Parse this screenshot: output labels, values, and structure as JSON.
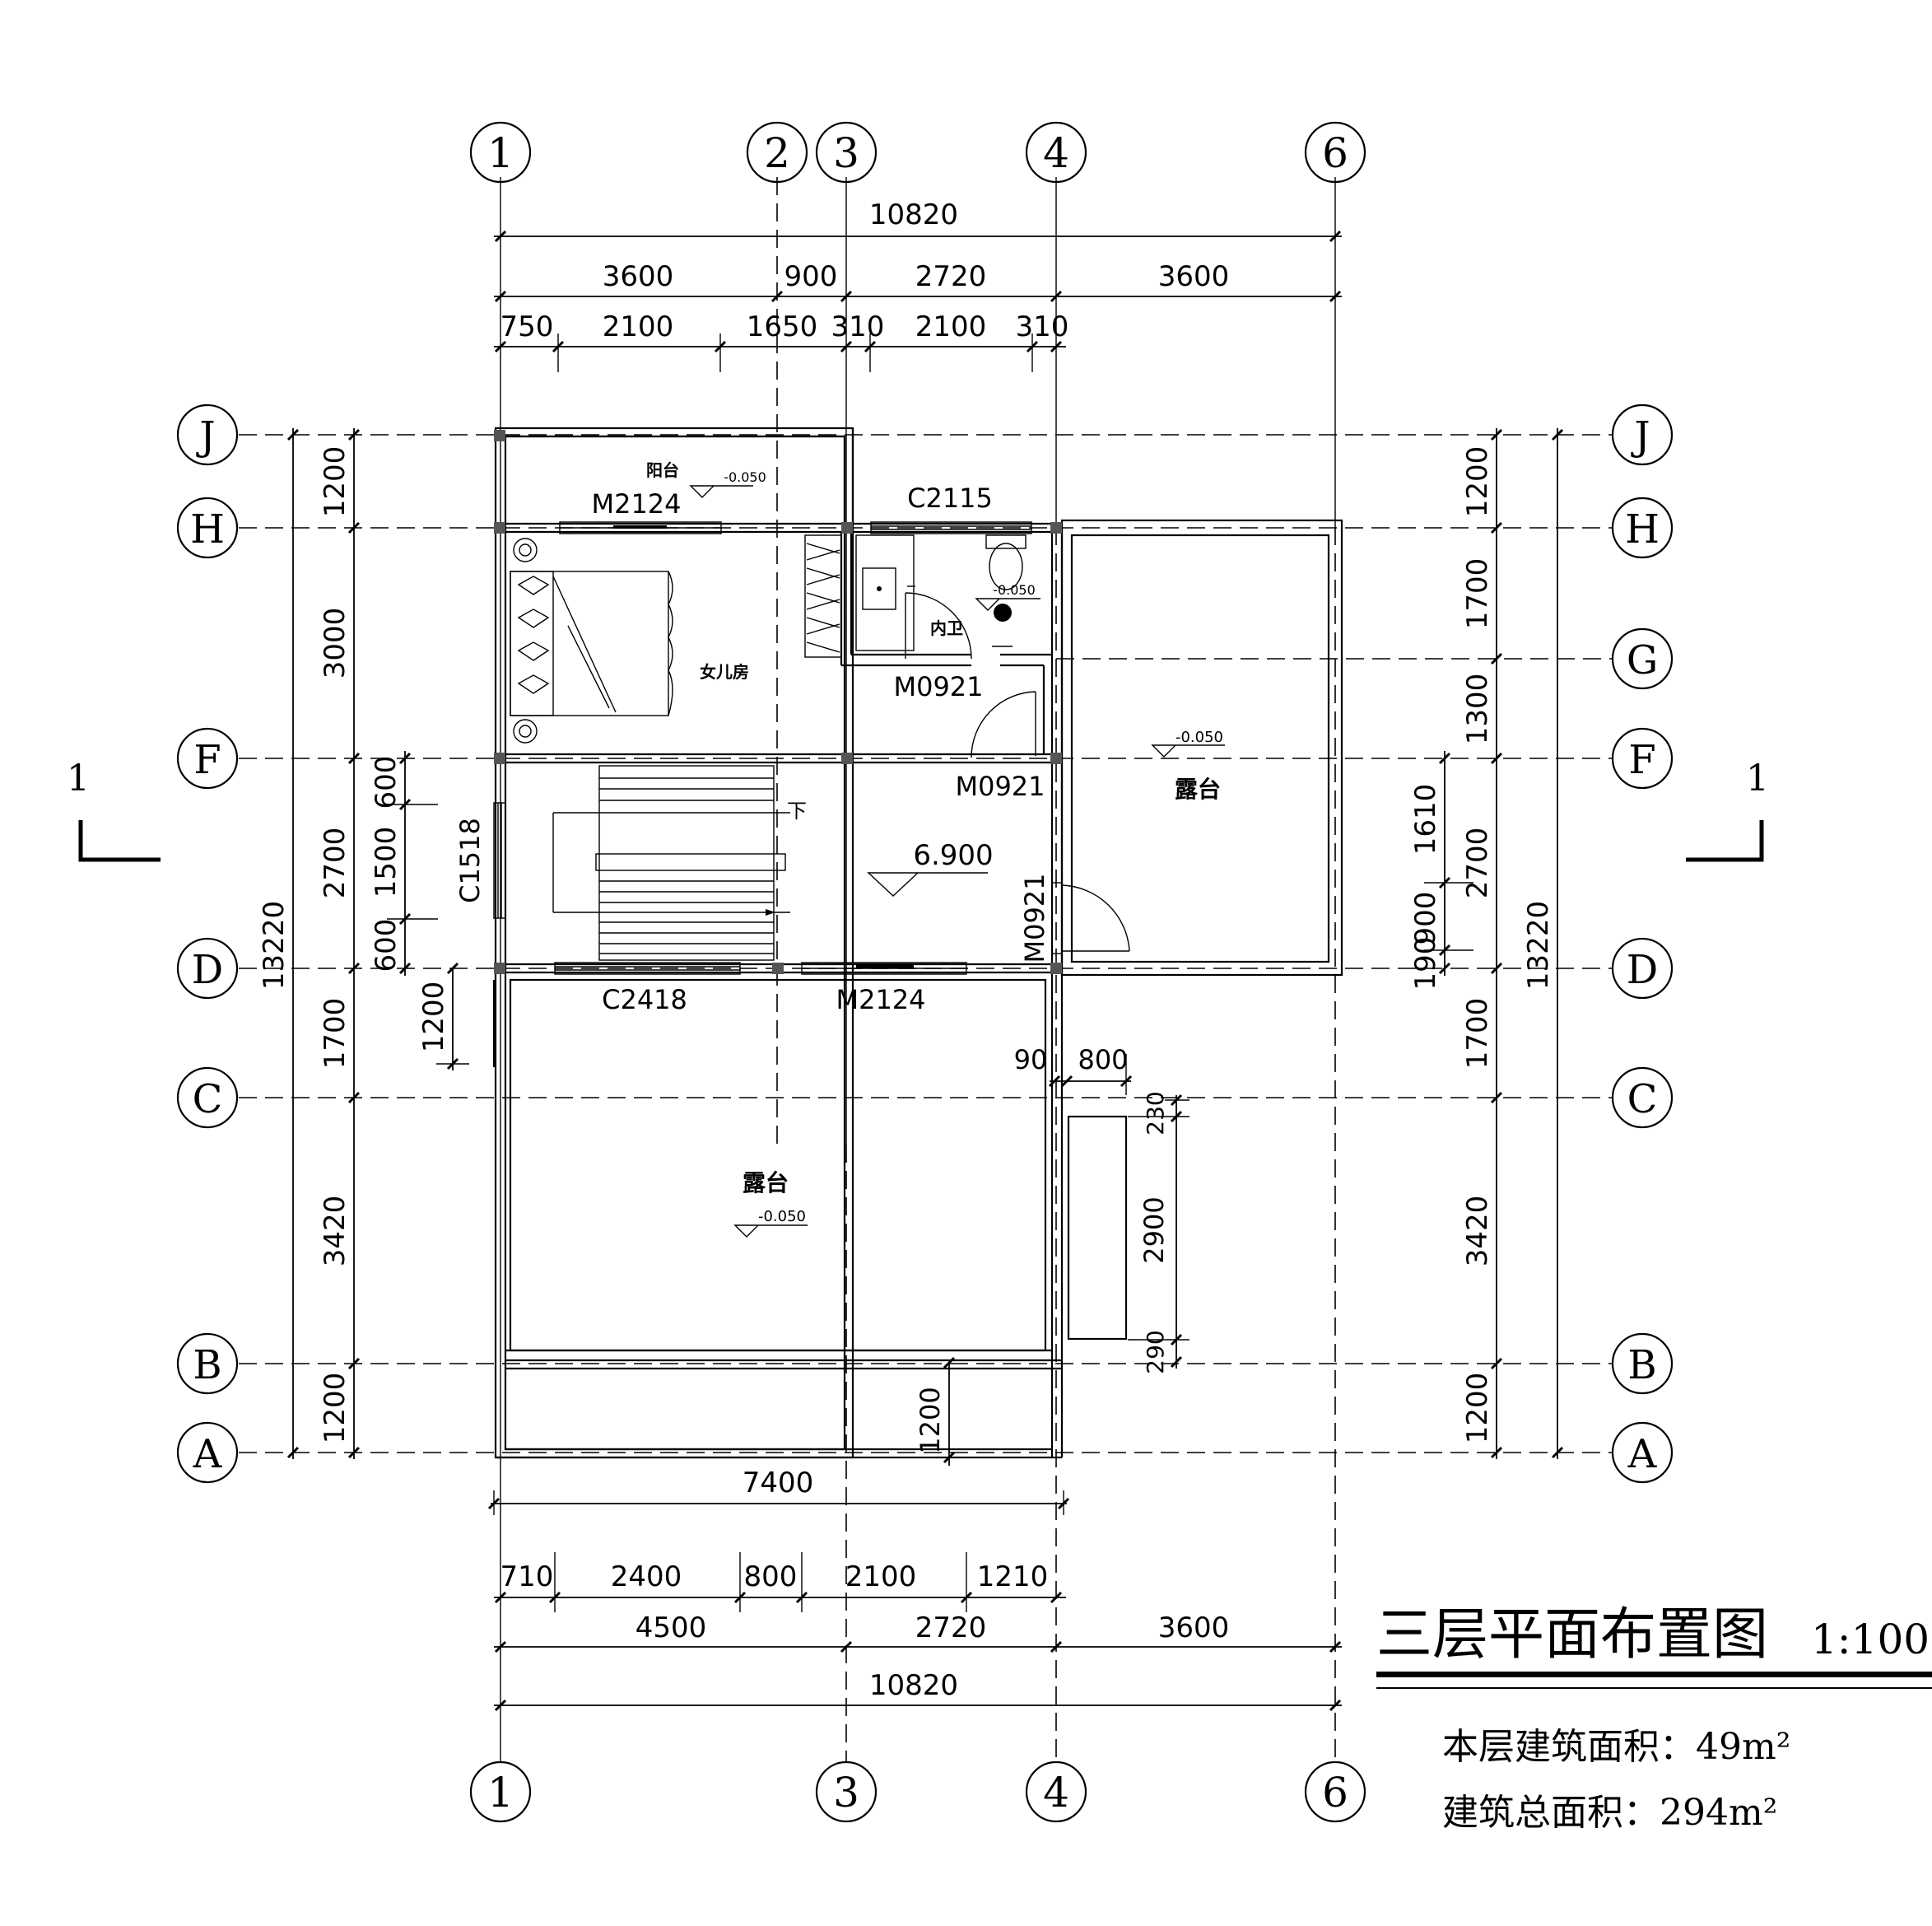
{
  "drawing": {
    "title": "三层平面布置图",
    "scale": "1:100",
    "floor_area_label": "本层建筑面积：49m²",
    "total_area_label": "建筑总面积：294m²"
  },
  "section_mark": "1",
  "grid": {
    "columns_top": [
      "1",
      "2",
      "3",
      "4",
      "6"
    ],
    "columns_bottom": [
      "1",
      "3",
      "4",
      "6"
    ],
    "rows_left": [
      "J",
      "H",
      "F",
      "D",
      "C",
      "B",
      "A"
    ],
    "rows_right": [
      "J",
      "H",
      "G",
      "F",
      "D",
      "C",
      "B",
      "A"
    ]
  },
  "dims": {
    "top_total": "10820",
    "top_mid": [
      "3600",
      "900",
      "2720",
      "3600"
    ],
    "top_detail": [
      "750",
      "2100",
      "1650",
      "310",
      "2100",
      "310"
    ],
    "left_total": "13220",
    "left_mid": [
      "1200",
      "3000",
      "2700",
      "1700",
      "3420",
      "1200"
    ],
    "left_detail": [
      "600",
      "1500",
      "600",
      "1200"
    ],
    "right_total": "13220",
    "right_mid": [
      "1200",
      "1700",
      "1300",
      "2700",
      "1700",
      "3420",
      "1200"
    ],
    "right_detail": [
      "1610",
      "900",
      "190"
    ],
    "bottom_width": "7400",
    "bottom_detail": [
      "710",
      "2400",
      "800",
      "2100",
      "1210"
    ],
    "bottom_mid": [
      "4500",
      "2720",
      "3600"
    ],
    "bottom_total": "10820",
    "inner": [
      "1200",
      "90",
      "800",
      "230",
      "2900",
      "290"
    ]
  },
  "rooms": {
    "balcony": "阳台",
    "daughter_room": "女儿房",
    "ensuite": "内卫",
    "terrace_east": "露台",
    "terrace_south": "露台"
  },
  "levels": {
    "balcony": "-0.050",
    "ensuite": "-0.050",
    "terrace_east": "-0.050",
    "terrace_south": "-0.050",
    "stair_hall": "6.900",
    "stair_down": "下"
  },
  "openings": {
    "m2124_top": "M2124",
    "c2115": "C2115",
    "m0921_bath": "M0921",
    "m0921_room": "M0921",
    "m0921_terrace": "M0921",
    "c1518": "C1518",
    "c2418": "C2418",
    "m2124_bottom": "M2124"
  }
}
